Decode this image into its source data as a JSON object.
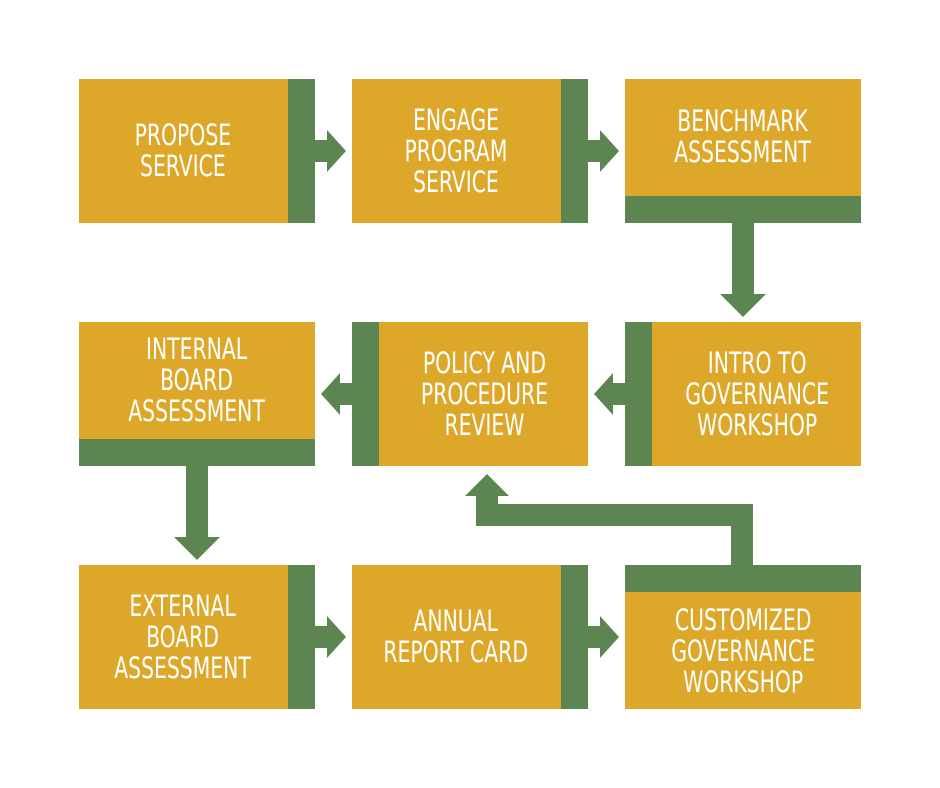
{
  "colors": {
    "box": "#dda82a",
    "accent": "#5d8551",
    "text": "#ffffff",
    "background": "#ffffff"
  },
  "steps": [
    {
      "id": "propose",
      "label": "PROPOSE\nSERVICE"
    },
    {
      "id": "engage",
      "label": "ENGAGE\nPROGRAM\nSERVICE"
    },
    {
      "id": "benchmark",
      "label": "BENCHMARK\nASSESSMENT"
    },
    {
      "id": "intro",
      "label": "INTRO TO\nGOVERNANCE\nWORKSHOP"
    },
    {
      "id": "policy",
      "label": "POLICY AND\nPROCEDURE\nREVIEW"
    },
    {
      "id": "internal",
      "label": "INTERNAL\nBOARD\nASSESSMENT"
    },
    {
      "id": "external",
      "label": "EXTERNAL\nBOARD\nASSESSMENT"
    },
    {
      "id": "annual",
      "label": "ANNUAL\nREPORT CARD"
    },
    {
      "id": "customized",
      "label": "CUSTOMIZED\nGOVERNANCE\nWORKSHOP"
    }
  ],
  "connections": [
    {
      "from": "propose",
      "to": "engage"
    },
    {
      "from": "engage",
      "to": "benchmark"
    },
    {
      "from": "benchmark",
      "to": "intro"
    },
    {
      "from": "intro",
      "to": "policy"
    },
    {
      "from": "policy",
      "to": "internal"
    },
    {
      "from": "internal",
      "to": "external"
    },
    {
      "from": "external",
      "to": "annual"
    },
    {
      "from": "annual",
      "to": "customized"
    },
    {
      "from": "customized",
      "to": "policy"
    }
  ]
}
